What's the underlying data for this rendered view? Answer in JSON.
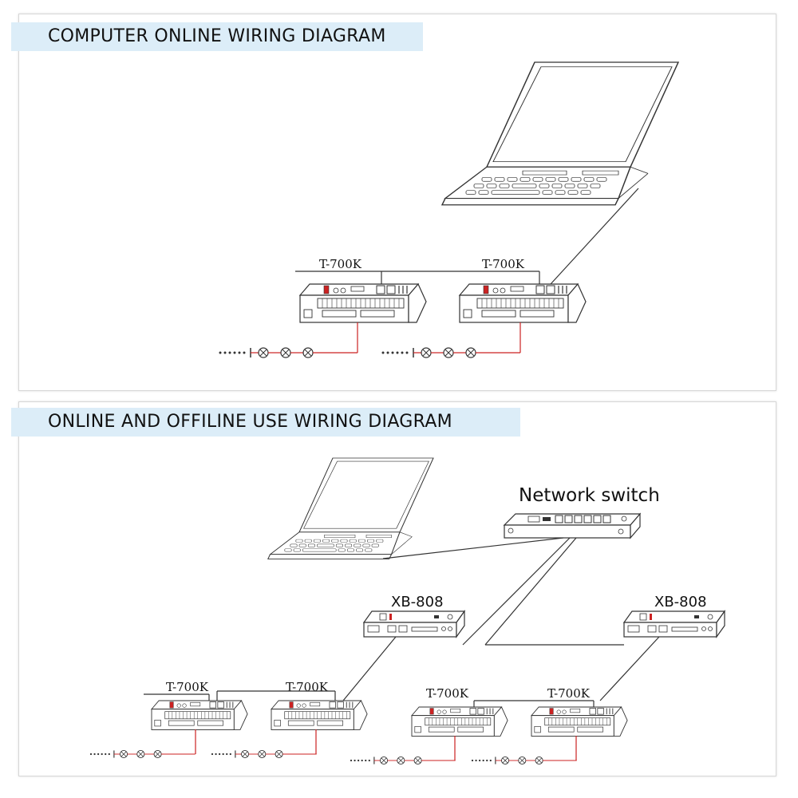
{
  "sections": {
    "top": {
      "title": "COMPUTER ONLINE WIRING DIAGRAM"
    },
    "bottom": {
      "title": "ONLINE AND OFFILINE USE WIRING DIAGRAM"
    }
  },
  "devices": {
    "controller": "T-700K",
    "switch": "Network switch",
    "player": "XB-808"
  },
  "colors": {
    "line": "#333333",
    "led_line": "#cc2222",
    "title_bg": "#dcedf8"
  },
  "icons": [
    "laptop-icon",
    "controller-icon",
    "network-switch-icon",
    "player-icon",
    "led-string-icon"
  ]
}
